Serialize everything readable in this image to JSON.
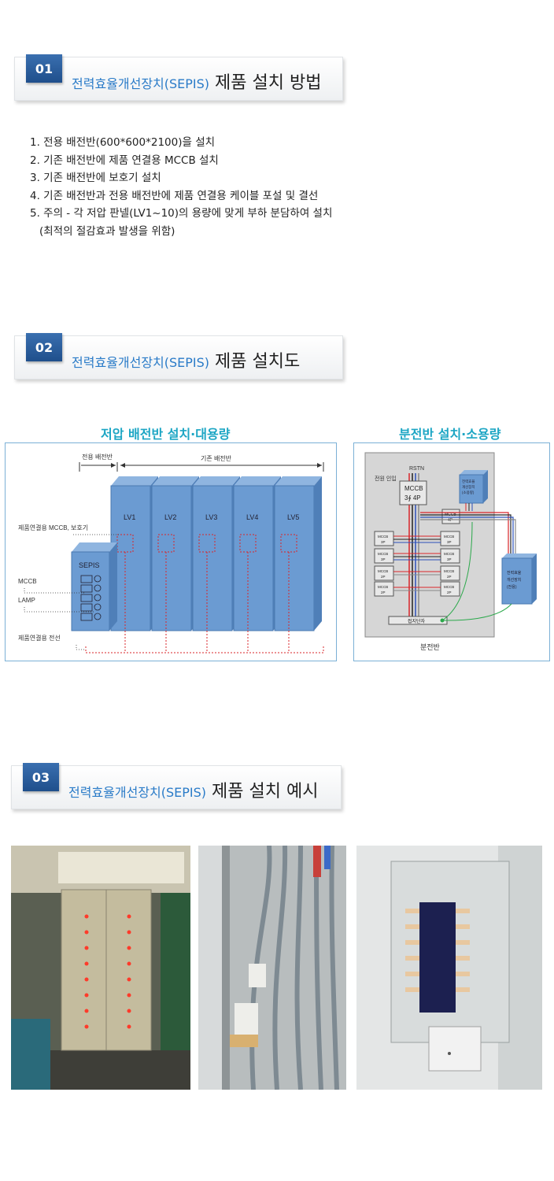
{
  "sections": [
    {
      "num": "01",
      "title_blue": "전력효율개선장치(SEPIS)",
      "title_rest": "제품 설치 방법"
    },
    {
      "num": "02",
      "title_blue": "전력효율개선장치(SEPIS)",
      "title_rest": "제품 설치도"
    },
    {
      "num": "03",
      "title_blue": "전력효율개선장치(SEPIS)",
      "title_rest": "제품 설치 예시"
    }
  ],
  "steps": [
    "1. 전용 배전반(600*600*2100)을 설치",
    "2. 기존 배전반에 제품 연결용 MCCB 설치",
    "3. 기존 배전반에 보호기 설치",
    "4. 기존 배전반과 전용 배전반에 제품 연결용 케이블 포설 및 결선",
    "5. 주의 - 각 저압 판넬(LV1~10)의 용량에 맞게 부하 분담하여 설치",
    "(최적의 절감효과 발생을 위함)"
  ],
  "diagram_left": {
    "title": "저압 배전반 설치·대용량",
    "label_dedicated": "전용 배전반",
    "label_existing": "기존 배전반",
    "panels": [
      "LV1",
      "LV2",
      "LV3",
      "LV4",
      "LV5"
    ],
    "sepis": "SEPIS",
    "label_mccb_protect": "제품연결용 MCCB, 보호기",
    "label_mccb": "MCCB",
    "label_lamp": "LAMP",
    "label_wire": "제품연결용 전선"
  },
  "diagram_right": {
    "title": "분전반 설치·소용량",
    "rstn": "RSTN",
    "power_in": "전원 인입",
    "main_mccb": "MCCB",
    "main_mccb_spec": "3∮ 4P",
    "device_small": [
      "전력효율",
      "개선장치",
      "(소용량)"
    ],
    "device_right": [
      "전력효율",
      "개선장치",
      "(전용)"
    ],
    "mccb_4p": "MCCB",
    "mccb_4p_spec": "4P",
    "breakers_left": [
      [
        "MCCB",
        "3P"
      ],
      [
        "MCCB",
        "3P"
      ],
      [
        "MCCB",
        "2P"
      ],
      [
        "MCCB",
        "2P"
      ]
    ],
    "breakers_right": [
      [
        "MCCB",
        "3P"
      ],
      [
        "MCCB",
        "3P"
      ],
      [
        "MCCB",
        "2P"
      ],
      [
        "MCCB",
        "2P"
      ]
    ],
    "ground": "접지단자",
    "caption": "분전반"
  },
  "colors": {
    "accent": "#2a7bc8",
    "diagram_title": "#1da6c4",
    "panel": "#6b9bd2"
  }
}
